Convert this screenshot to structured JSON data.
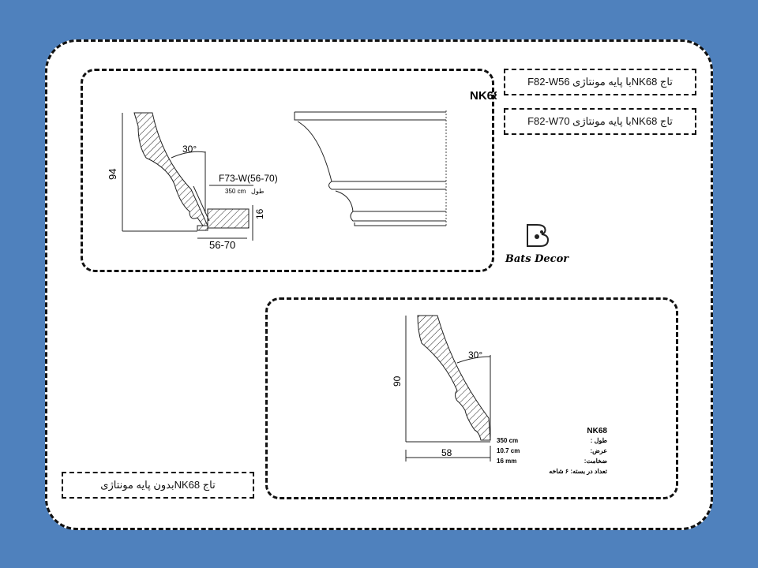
{
  "labels": {
    "w56": "تاج NK68با پایه مونتاژی F82-W56",
    "w70": "تاج NK68با پایه مونتاژی F82-W70",
    "without_base": "تاج NK68بدون پایه مونتاژی"
  },
  "panel_top": {
    "title": "سرتاج با پایه مونتاژی NK68",
    "height_dim": "94",
    "angle": "30°",
    "base_code": "F73-W(56-70)",
    "length": "350 cm",
    "length_label": "طول",
    "base_height": "16",
    "base_width": "56-70"
  },
  "logo": {
    "name": "Bats Decor"
  },
  "panel_bottom": {
    "height_dim": "90",
    "angle": "30°",
    "width_dim": "58",
    "spec_title": "NK68",
    "specs": [
      {
        "label": "طول :",
        "value": "350 cm"
      },
      {
        "label": "عرض:",
        "value": "10.7 cm"
      },
      {
        "label": "ضخامت:",
        "value": "16 mm"
      },
      {
        "label": "تعداد در بسته: ۶ شاخه",
        "value": ""
      }
    ]
  }
}
